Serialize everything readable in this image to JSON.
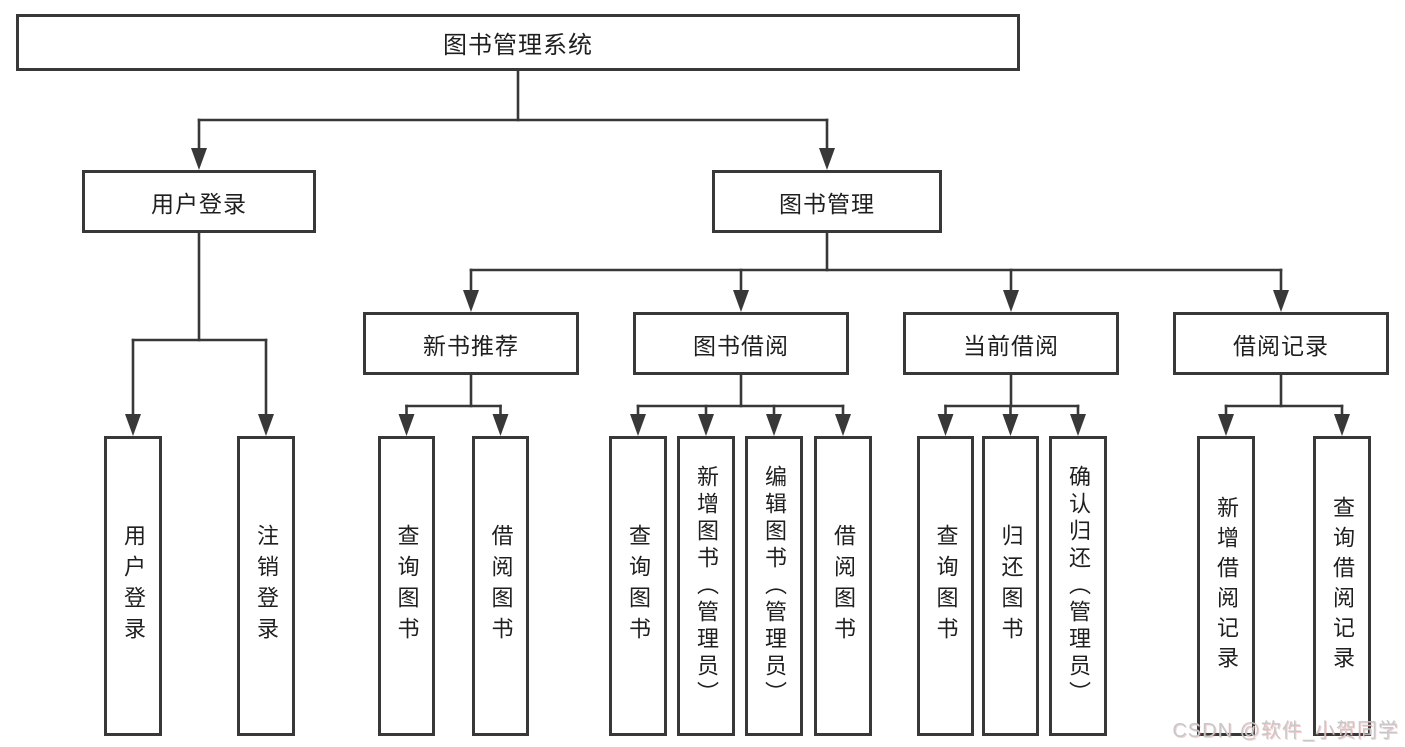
{
  "title": "图书管理系统",
  "level2": [
    "用户登录",
    "图书管理"
  ],
  "level3": [
    "新书推荐",
    "图书借阅",
    "当前借阅",
    "借阅记录"
  ],
  "leaves": {
    "login": [
      "用户登录",
      "注销登录"
    ],
    "recommend": [
      "查询图书",
      "借阅图书"
    ],
    "borrow": [
      "查询图书",
      "新增图书（管理员）",
      "编辑图书（管理员）",
      "借阅图书"
    ],
    "current": [
      "查询图书",
      "归还图书",
      "确认归还（管理员）"
    ],
    "records": [
      "新增借阅记录",
      "查询借阅记录"
    ]
  },
  "watermark": "CSDN @软件_小贺同学",
  "colors": {
    "line": "#383838",
    "text": "#1f1f1f",
    "box_background": "#ffffff",
    "watermark_text": "#c8c8c8"
  }
}
